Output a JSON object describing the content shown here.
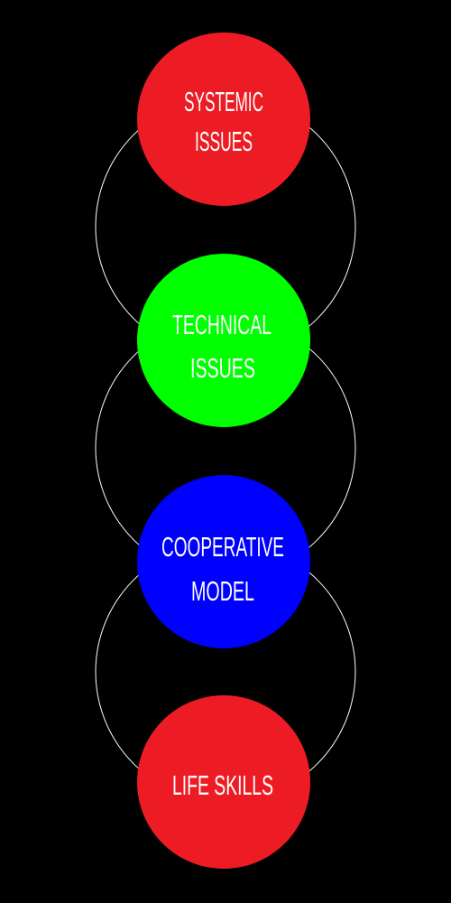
{
  "diagram": {
    "background_color": "#000000",
    "connector_color": "#ffffff",
    "nodes": [
      {
        "lines": [
          "SYSTEMIC",
          "ISSUES"
        ],
        "color": "#ed1c24"
      },
      {
        "lines": [
          "TECHNICAL",
          "ISSUES"
        ],
        "color": "#00ff00"
      },
      {
        "lines": [
          "COOPERATIVE",
          "MODEL"
        ],
        "color": "#0000ff"
      },
      {
        "lines": [
          "LIFE SKILLS"
        ],
        "color": "#ed1c24"
      }
    ]
  }
}
